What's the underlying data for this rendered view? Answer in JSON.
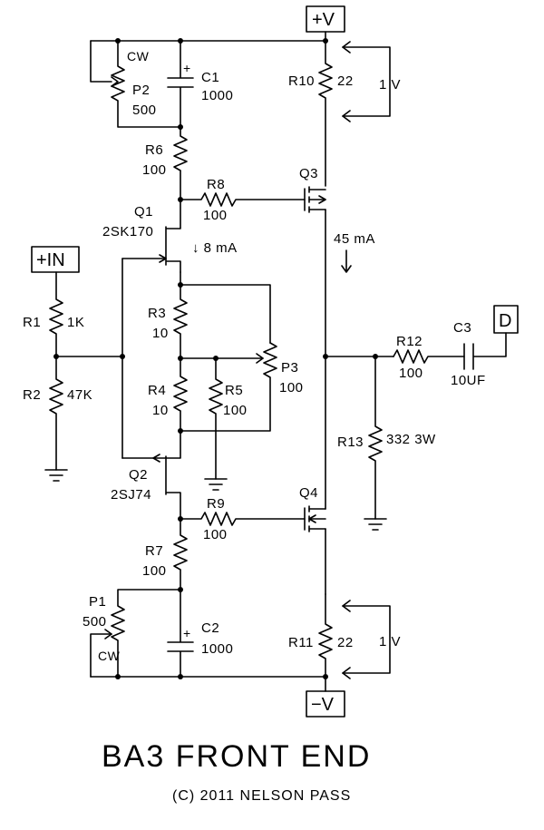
{
  "title": "BA3 FRONT END",
  "copyright": "(C) 2011 NELSON PASS",
  "terminals": {
    "vpos": "+V",
    "vneg": "−V",
    "input": "+IN",
    "output": "D"
  },
  "annotations": {
    "i_q1": "↓ 8 mA",
    "i_out": "45 mA",
    "v_top": "1 V",
    "v_bot": "1 V"
  },
  "components": {
    "R1": {
      "ref": "R1",
      "value": "1K"
    },
    "R2": {
      "ref": "R2",
      "value": "47K"
    },
    "R3": {
      "ref": "R3",
      "value": "10"
    },
    "R4": {
      "ref": "R4",
      "value": "10"
    },
    "R5": {
      "ref": "R5",
      "value": "100"
    },
    "R6": {
      "ref": "R6",
      "value": "100"
    },
    "R7": {
      "ref": "R7",
      "value": "100"
    },
    "R8": {
      "ref": "R8",
      "value": "100"
    },
    "R9": {
      "ref": "R9",
      "value": "100"
    },
    "R10": {
      "ref": "R10",
      "value": "22"
    },
    "R11": {
      "ref": "R11",
      "value": "22"
    },
    "R12": {
      "ref": "R12",
      "value": "100"
    },
    "R13": {
      "ref": "R13",
      "value": "332 3W"
    },
    "P1": {
      "ref": "P1",
      "value": "500",
      "cw": "CW"
    },
    "P2": {
      "ref": "P2",
      "value": "500",
      "cw": "CW"
    },
    "P3": {
      "ref": "P3",
      "value": "100"
    },
    "C1": {
      "ref": "C1",
      "value": "1000",
      "pol": "+"
    },
    "C2": {
      "ref": "C2",
      "value": "1000",
      "pol": "+"
    },
    "C3": {
      "ref": "C3",
      "value": "10UF"
    },
    "Q1": {
      "ref": "Q1",
      "part": "2SK170"
    },
    "Q2": {
      "ref": "Q2",
      "part": "2SJ74"
    },
    "Q3": {
      "ref": "Q3"
    },
    "Q4": {
      "ref": "Q4"
    }
  }
}
